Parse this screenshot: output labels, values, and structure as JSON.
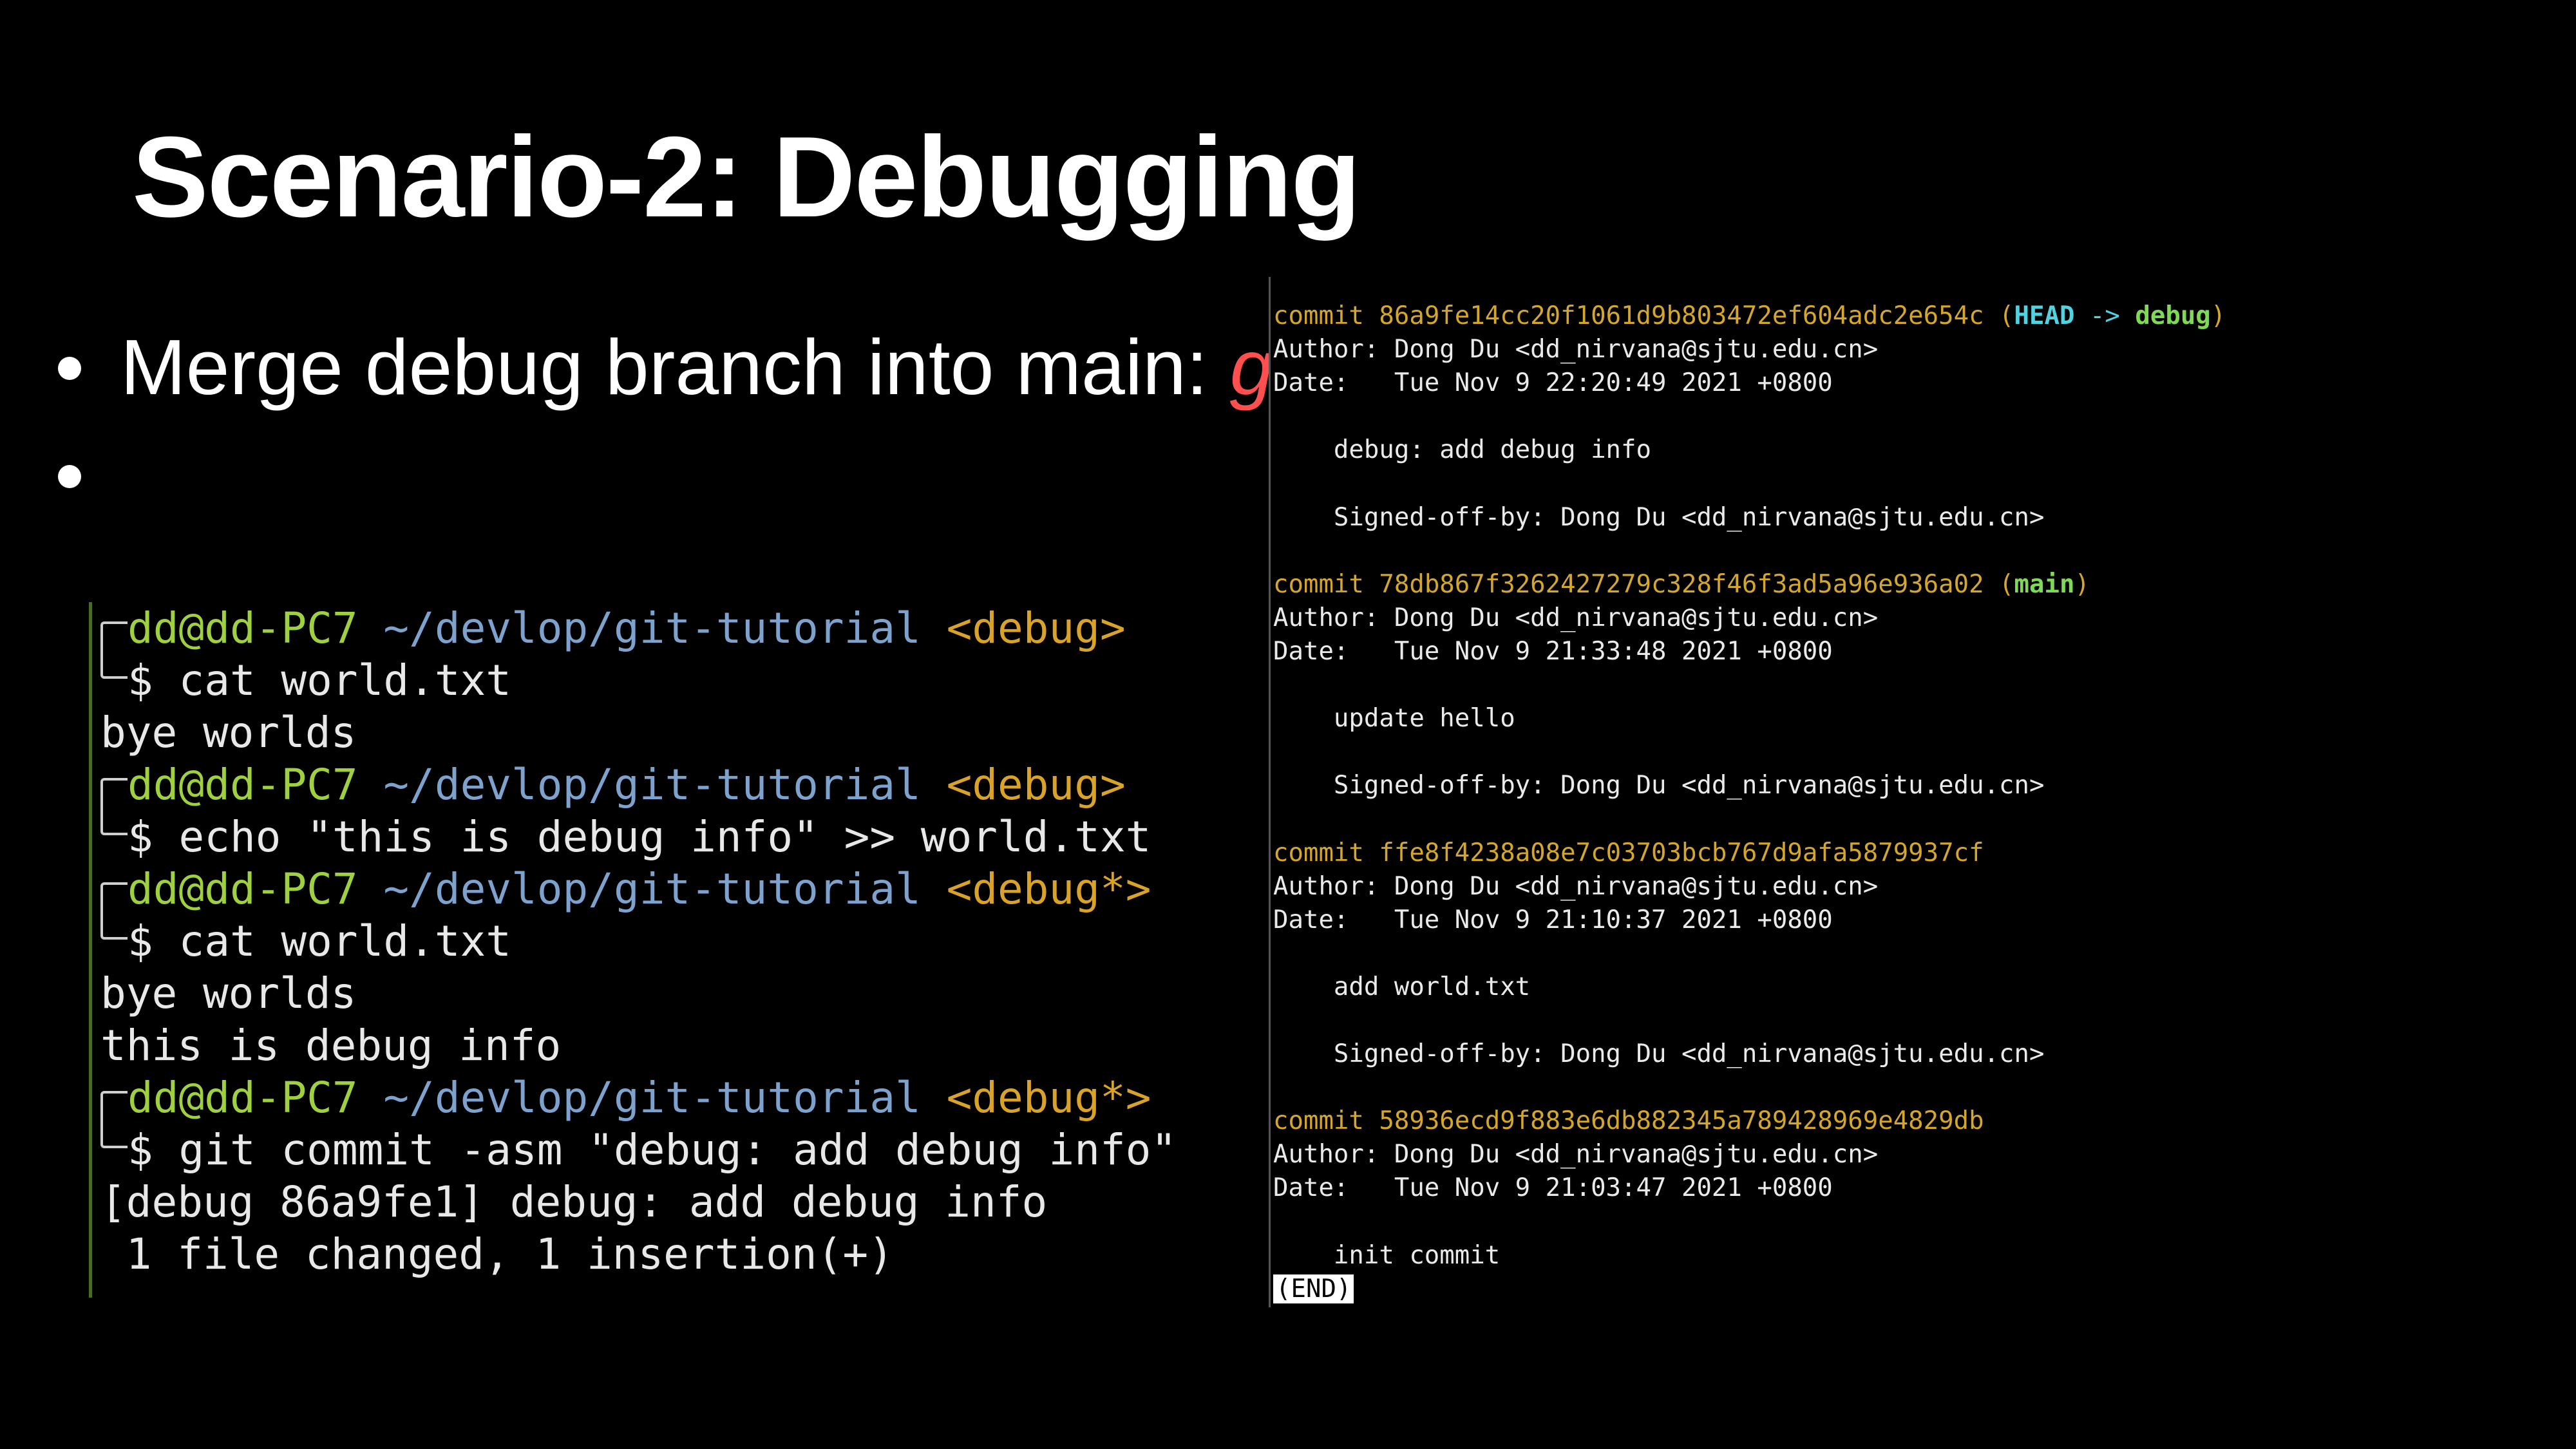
{
  "slide": {
    "title": "Scenario-2: Debugging",
    "bullets": [
      {
        "text": "Merge debug branch into main: ",
        "cmd": "gi"
      },
      {
        "text": "",
        "cmd": ""
      }
    ]
  },
  "terminal_left": {
    "lines": [
      {
        "kind": "prompt",
        "user": "dd@dd-PC7",
        "path": "~/devlop/git-tutorial",
        "branch": "<debug>"
      },
      {
        "kind": "cmd",
        "text": "$ cat world.txt"
      },
      {
        "kind": "out",
        "text": "bye worlds"
      },
      {
        "kind": "prompt",
        "user": "dd@dd-PC7",
        "path": "~/devlop/git-tutorial",
        "branch": "<debug>"
      },
      {
        "kind": "cmd",
        "text": "$ echo \"this is debug info\" >> world.txt"
      },
      {
        "kind": "prompt",
        "user": "dd@dd-PC7",
        "path": "~/devlop/git-tutorial",
        "branch": "<debug*>"
      },
      {
        "kind": "cmd",
        "text": "$ cat world.txt"
      },
      {
        "kind": "out",
        "text": "bye worlds"
      },
      {
        "kind": "out",
        "text": "this is debug info"
      },
      {
        "kind": "prompt",
        "user": "dd@dd-PC7",
        "path": "~/devlop/git-tutorial",
        "branch": "<debug*>"
      },
      {
        "kind": "cmd",
        "text": "$ git commit -asm \"debug: add debug info\""
      },
      {
        "kind": "out",
        "text": "[debug 86a9fe1] debug: add debug info"
      },
      {
        "kind": "out",
        "text": " 1 file changed, 1 insertion(+)"
      }
    ]
  },
  "git_log": {
    "commits": [
      {
        "label": "commit ",
        "hash": "86a9fe14cc20f1061d9b803472ef604adc2e654c",
        "ref_head": "HEAD",
        "ref_arrow": " -> ",
        "ref_branch": "debug",
        "author": "Author: Dong Du <dd_nirvana@sjtu.edu.cn>",
        "date": "Date:   Tue Nov 9 22:20:49 2021 +0800",
        "message": "    debug: add debug info",
        "signoff": "    Signed-off-by: Dong Du <dd_nirvana@sjtu.edu.cn>"
      },
      {
        "label": "commit ",
        "hash": "78db867f3262427279c328f46f3ad5a96e936a02",
        "ref_head": "",
        "ref_arrow": "",
        "ref_branch": "main",
        "author": "Author: Dong Du <dd_nirvana@sjtu.edu.cn>",
        "date": "Date:   Tue Nov 9 21:33:48 2021 +0800",
        "message": "    update hello",
        "signoff": "    Signed-off-by: Dong Du <dd_nirvana@sjtu.edu.cn>"
      },
      {
        "label": "commit ",
        "hash": "ffe8f4238a08e7c03703bcb767d9afa5879937cf",
        "ref_head": "",
        "ref_arrow": "",
        "ref_branch": "",
        "author": "Author: Dong Du <dd_nirvana@sjtu.edu.cn>",
        "date": "Date:   Tue Nov 9 21:10:37 2021 +0800",
        "message": "    add world.txt",
        "signoff": "    Signed-off-by: Dong Du <dd_nirvana@sjtu.edu.cn>"
      },
      {
        "label": "commit ",
        "hash": "58936ecd9f883e6db882345a789428969e4829db",
        "ref_head": "",
        "ref_arrow": "",
        "ref_branch": "",
        "author": "Author: Dong Du <dd_nirvana@sjtu.edu.cn>",
        "date": "Date:   Tue Nov 9 21:03:47 2021 +0800",
        "message": "    init commit",
        "signoff": ""
      }
    ],
    "end_marker": "(END)"
  },
  "colors": {
    "background": "#000000",
    "title": "#ffffff",
    "command_highlight": "#ff4f4f",
    "prompt_user": "#9ed040",
    "prompt_path": "#7da2ce",
    "prompt_branch": "#d9a32a",
    "commit_hash": "#d4a72c",
    "head_ref": "#4fd3e0",
    "branch_ref": "#7ed957"
  }
}
